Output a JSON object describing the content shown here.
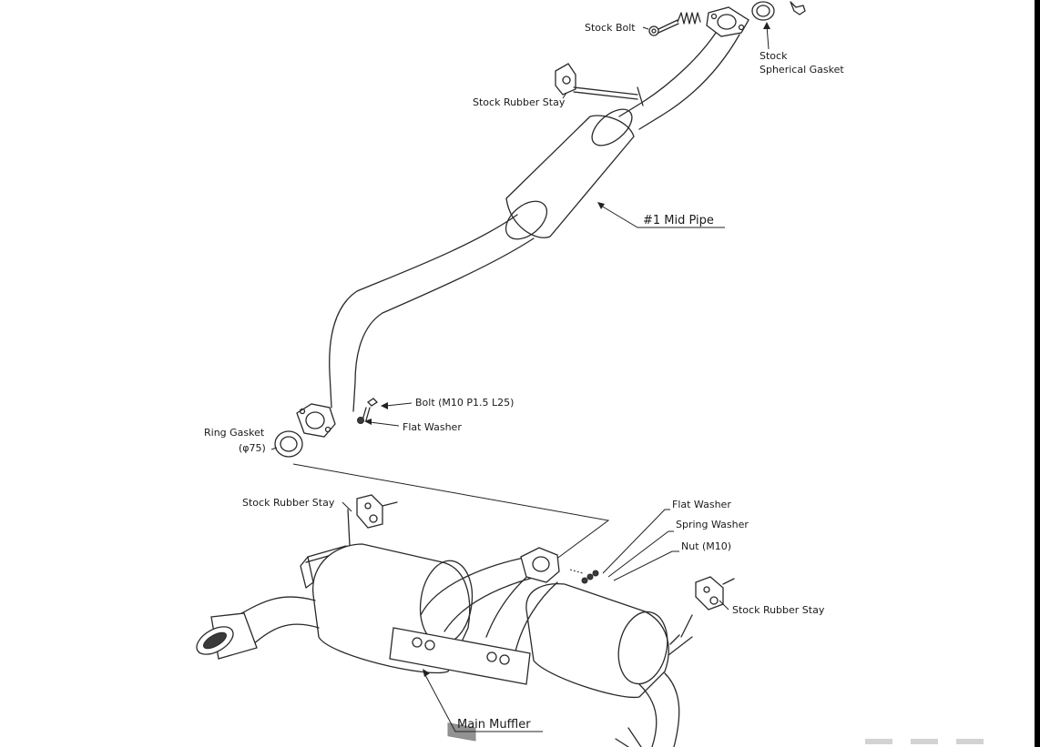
{
  "labels": {
    "stock_bolt": "Stock Bolt",
    "stock_spherical_gasket_line1": "Stock",
    "stock_spherical_gasket_line2": "Spherical Gasket",
    "stock_rubber_stay_top": "Stock Rubber Stay",
    "mid_pipe": "#1 Mid Pipe",
    "bolt": "Bolt (M10 P1.5 L25)",
    "flat_washer_mid": "Flat Washer",
    "ring_gasket_line1": "Ring Gasket",
    "ring_gasket_line2": "(φ75)",
    "stock_rubber_stay_left": "Stock Rubber Stay",
    "flat_washer_right": "Flat Washer",
    "spring_washer": "Spring Washer",
    "nut": "Nut (M10)",
    "stock_rubber_stay_right": "Stock Rubber Stay",
    "main_muffler": "Main Muffler"
  },
  "colors": {
    "line": "#2a2a2a",
    "background": "#ffffff",
    "frame": "#000000"
  }
}
